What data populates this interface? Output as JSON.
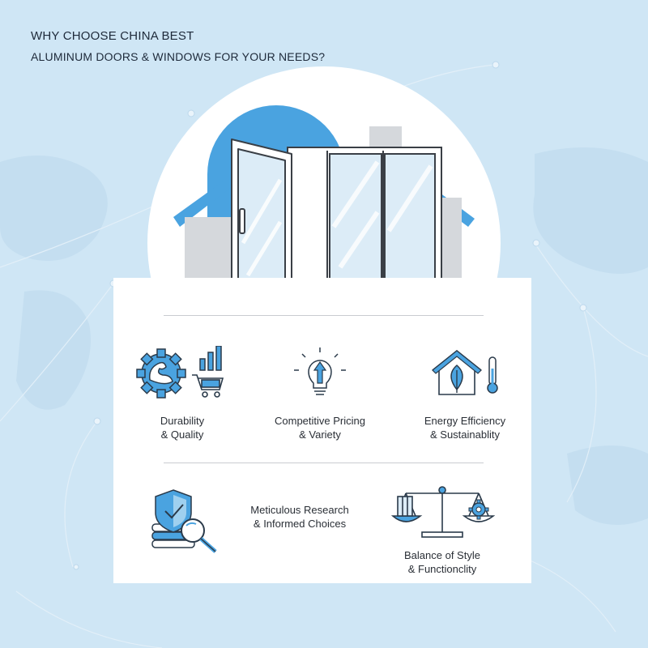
{
  "header": {
    "line1": "WHY CHOOSE CHINA BEST",
    "line2": "ALUMINUM DOORS & WINDOWS FOR YOUR NEEDS?"
  },
  "features": [
    {
      "icon": "flexed-arm-gear-cart-icon",
      "line1": "Durability",
      "line2": "& Quality"
    },
    {
      "icon": "lightbulb-arrow-icon",
      "line1": "Competitive Pricing",
      "line2": "& Variety"
    },
    {
      "icon": "house-leaf-thermometer-icon",
      "line1": "Energy Efficiency",
      "line2": "& Sustainablity"
    },
    {
      "icon": "shield-magnifier-icon",
      "line1": "Meticulous Research",
      "line2": "& Informed Choices"
    },
    {
      "icon": "balance-scale-icon",
      "line1": "Balance of Style",
      "line2": "& Functionclity"
    }
  ],
  "colors": {
    "background": "#cfe6f5",
    "accent_blue": "#4aa3e0",
    "grey": "#d5d8dc",
    "frame": "#3a3f46",
    "glass": "#dcecf7"
  }
}
